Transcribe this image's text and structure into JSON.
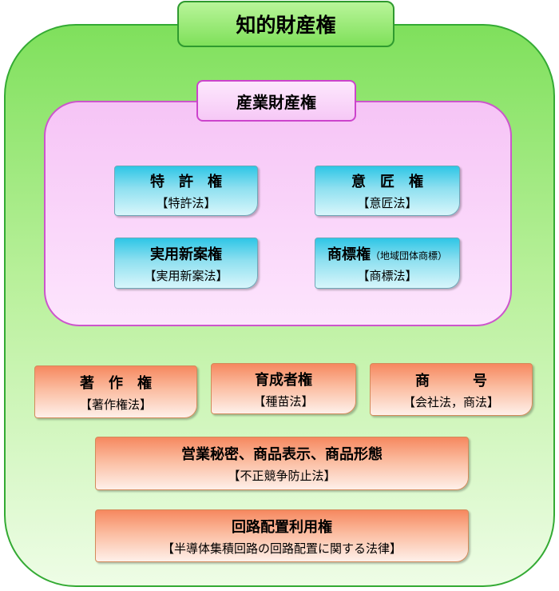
{
  "outer": {
    "title": "知的財産権"
  },
  "industrial": {
    "title": "産業財産権",
    "items": [
      {
        "name": "特　許　権",
        "law": "【特許法】"
      },
      {
        "name": "意　匠　権",
        "law": "【意匠法】"
      },
      {
        "name": "実用新案権",
        "law": "【実用新案法】"
      },
      {
        "name": "商標権",
        "name_note": "（地域団体商標）",
        "law": "【商標法】"
      }
    ]
  },
  "others": [
    {
      "name": "著　作　権",
      "law": "【著作権法】"
    },
    {
      "name": "育成者権",
      "law": "【種苗法】"
    },
    {
      "name": "商　　　号",
      "law": "【会社法，商法】"
    },
    {
      "name": "営業秘密、商品表示、商品形態",
      "law": "【不正競争防止法】"
    },
    {
      "name": "回路配置利用権",
      "law": "【半導体集積回路の回路配置に関する法律】"
    }
  ],
  "colors": {
    "outer_fill": "#7fe05c",
    "industrial_fill": "#f6c4f6",
    "cyan_box": "#2ec6e6",
    "orange_box": "#f6885f"
  }
}
